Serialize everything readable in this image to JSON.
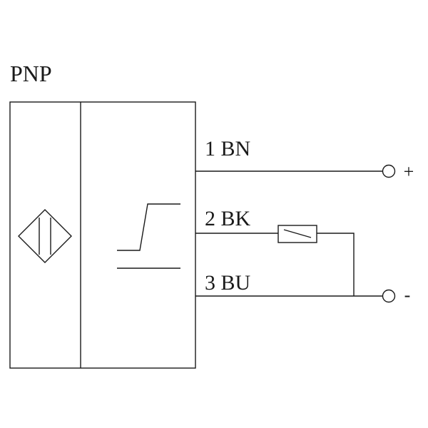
{
  "diagram": {
    "title": "PNP",
    "wires": [
      {
        "id": "wire-1",
        "label": "1 BN",
        "terminal": "+"
      },
      {
        "id": "wire-2",
        "label": "2 BK",
        "terminal": ""
      },
      {
        "id": "wire-3",
        "label": "3 BU",
        "terminal": "-"
      }
    ]
  },
  "colors": {
    "line": "#1a1a1a",
    "background": "#ffffff"
  }
}
